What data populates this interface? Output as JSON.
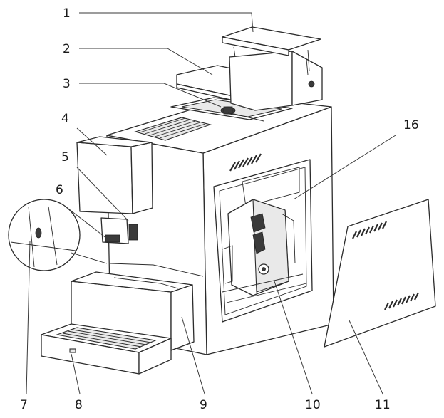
{
  "diagram": {
    "callouts": [
      {
        "id": "c1",
        "label": "1"
      },
      {
        "id": "c2",
        "label": "2"
      },
      {
        "id": "c3",
        "label": "3"
      },
      {
        "id": "c4",
        "label": "4"
      },
      {
        "id": "c5",
        "label": "5"
      },
      {
        "id": "c6",
        "label": "6"
      },
      {
        "id": "c16",
        "label": "16"
      },
      {
        "id": "c7",
        "label": "7"
      },
      {
        "id": "c8",
        "label": "8"
      },
      {
        "id": "c9",
        "label": "9"
      },
      {
        "id": "c10",
        "label": "10"
      },
      {
        "id": "c11",
        "label": "11"
      }
    ]
  },
  "colors": {
    "line": "#2b2b2b",
    "fill": "#ffffff",
    "shade": "#e9e9e9"
  }
}
